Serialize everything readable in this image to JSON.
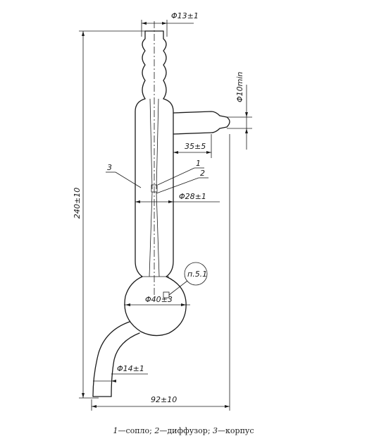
{
  "drawing": {
    "dimensions": {
      "top_diameter": "Φ13±1",
      "outlet_diameter": "Φ10min",
      "outlet_offset": "35±5",
      "body_diameter": "Φ28±1",
      "total_height": "240±10",
      "bulb_diameter": "Φ40±3",
      "bottom_diameter": "Φ14±1",
      "total_width": "92±10"
    },
    "callouts": {
      "nozzle": "1",
      "diffuser": "2",
      "body": "3",
      "note": "п.5.1"
    }
  },
  "caption": {
    "n1": "1",
    "t1": "—сопло; ",
    "n2": "2",
    "t2": "—диффузор; ",
    "n3": "3",
    "t3": "—корпус"
  }
}
